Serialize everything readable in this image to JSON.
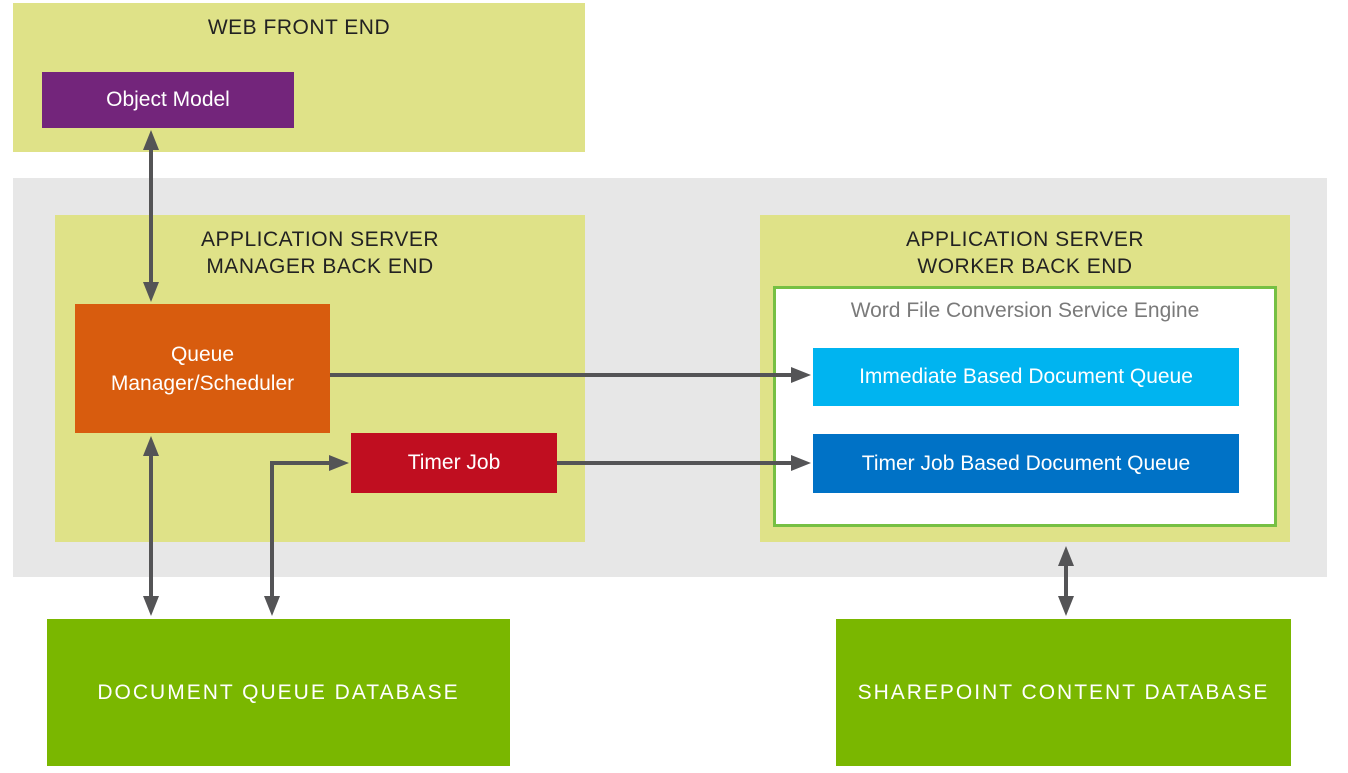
{
  "colors": {
    "panel": "#DFE288",
    "band": "#E7E7E7",
    "purple": "#73257B",
    "orange": "#D85C0E",
    "red": "#C00E20",
    "cyan": "#00B4F0",
    "blue": "#0072C6",
    "green": "#7AB700",
    "engineBorder": "#76C043",
    "arrow": "#545456",
    "heading": "#222222",
    "engineTitle": "#7A7A7A"
  },
  "web_front_end": {
    "title": "WEB FRONT END",
    "object_model_label": "Object Model"
  },
  "manager_backend": {
    "title": "APPLICATION SERVER\nMANAGER BACK END",
    "queue_manager_label": "Queue\nManager/Scheduler",
    "timer_job_label": "Timer Job"
  },
  "worker_backend": {
    "title": "APPLICATION SERVER\nWORKER BACK END",
    "engine_title": "Word File Conversion Service Engine",
    "immediate_queue_label": "Immediate Based Document Queue",
    "timer_queue_label": "Timer Job Based Document Queue"
  },
  "databases": {
    "document_queue_label": "DOCUMENT QUEUE DATABASE",
    "sharepoint_content_label": "SHAREPOINT CONTENT DATABASE"
  }
}
